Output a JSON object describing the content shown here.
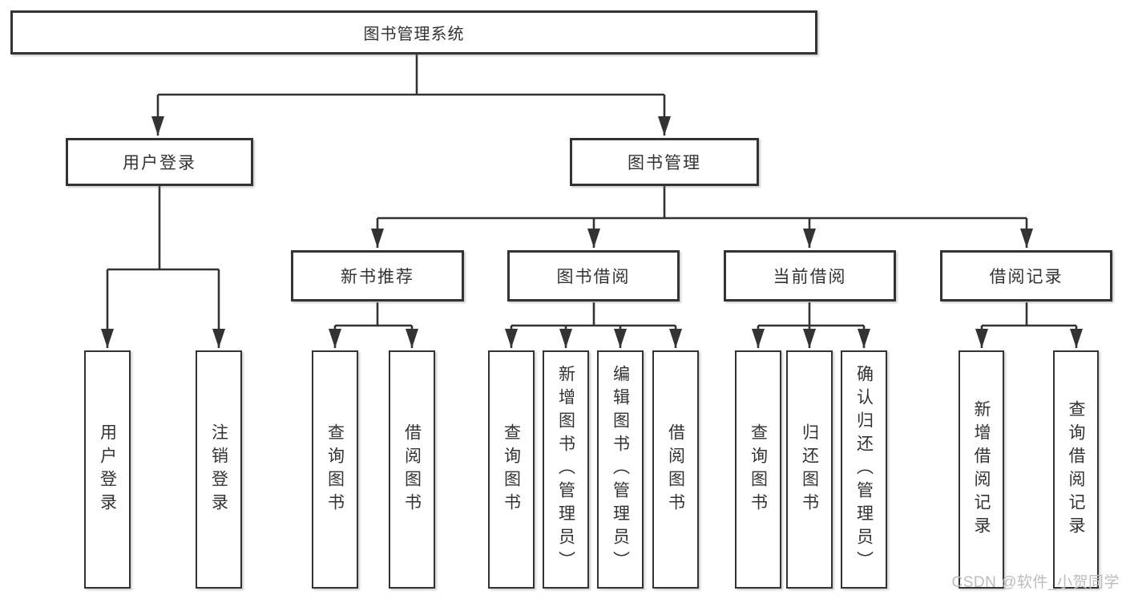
{
  "title": "图书管理系统",
  "branches": {
    "user_login": {
      "label": "用户登录",
      "children": [
        "用户登录",
        "注销登录"
      ]
    },
    "book_mgmt": {
      "label": "图书管理",
      "children": [
        {
          "label": "新书推荐",
          "children": [
            "查询图书",
            "借阅图书"
          ]
        },
        {
          "label": "图书借阅",
          "children": [
            "查询图书",
            "新增图书（管理员）",
            "编辑图书（管理员）",
            "借阅图书"
          ]
        },
        {
          "label": "当前借阅",
          "children": [
            "查询图书",
            "归还图书",
            "确认归还（管理员）"
          ]
        },
        {
          "label": "借阅记录",
          "children": [
            "新增借阅记录",
            "查询借阅记录"
          ]
        }
      ]
    }
  },
  "watermark": "CSDN @软件_小贺同学",
  "colors": {
    "line": "#333333",
    "box_border": "#333333",
    "text": "#333333",
    "watermark": "#bcbcbc",
    "background": "#ffffff"
  }
}
